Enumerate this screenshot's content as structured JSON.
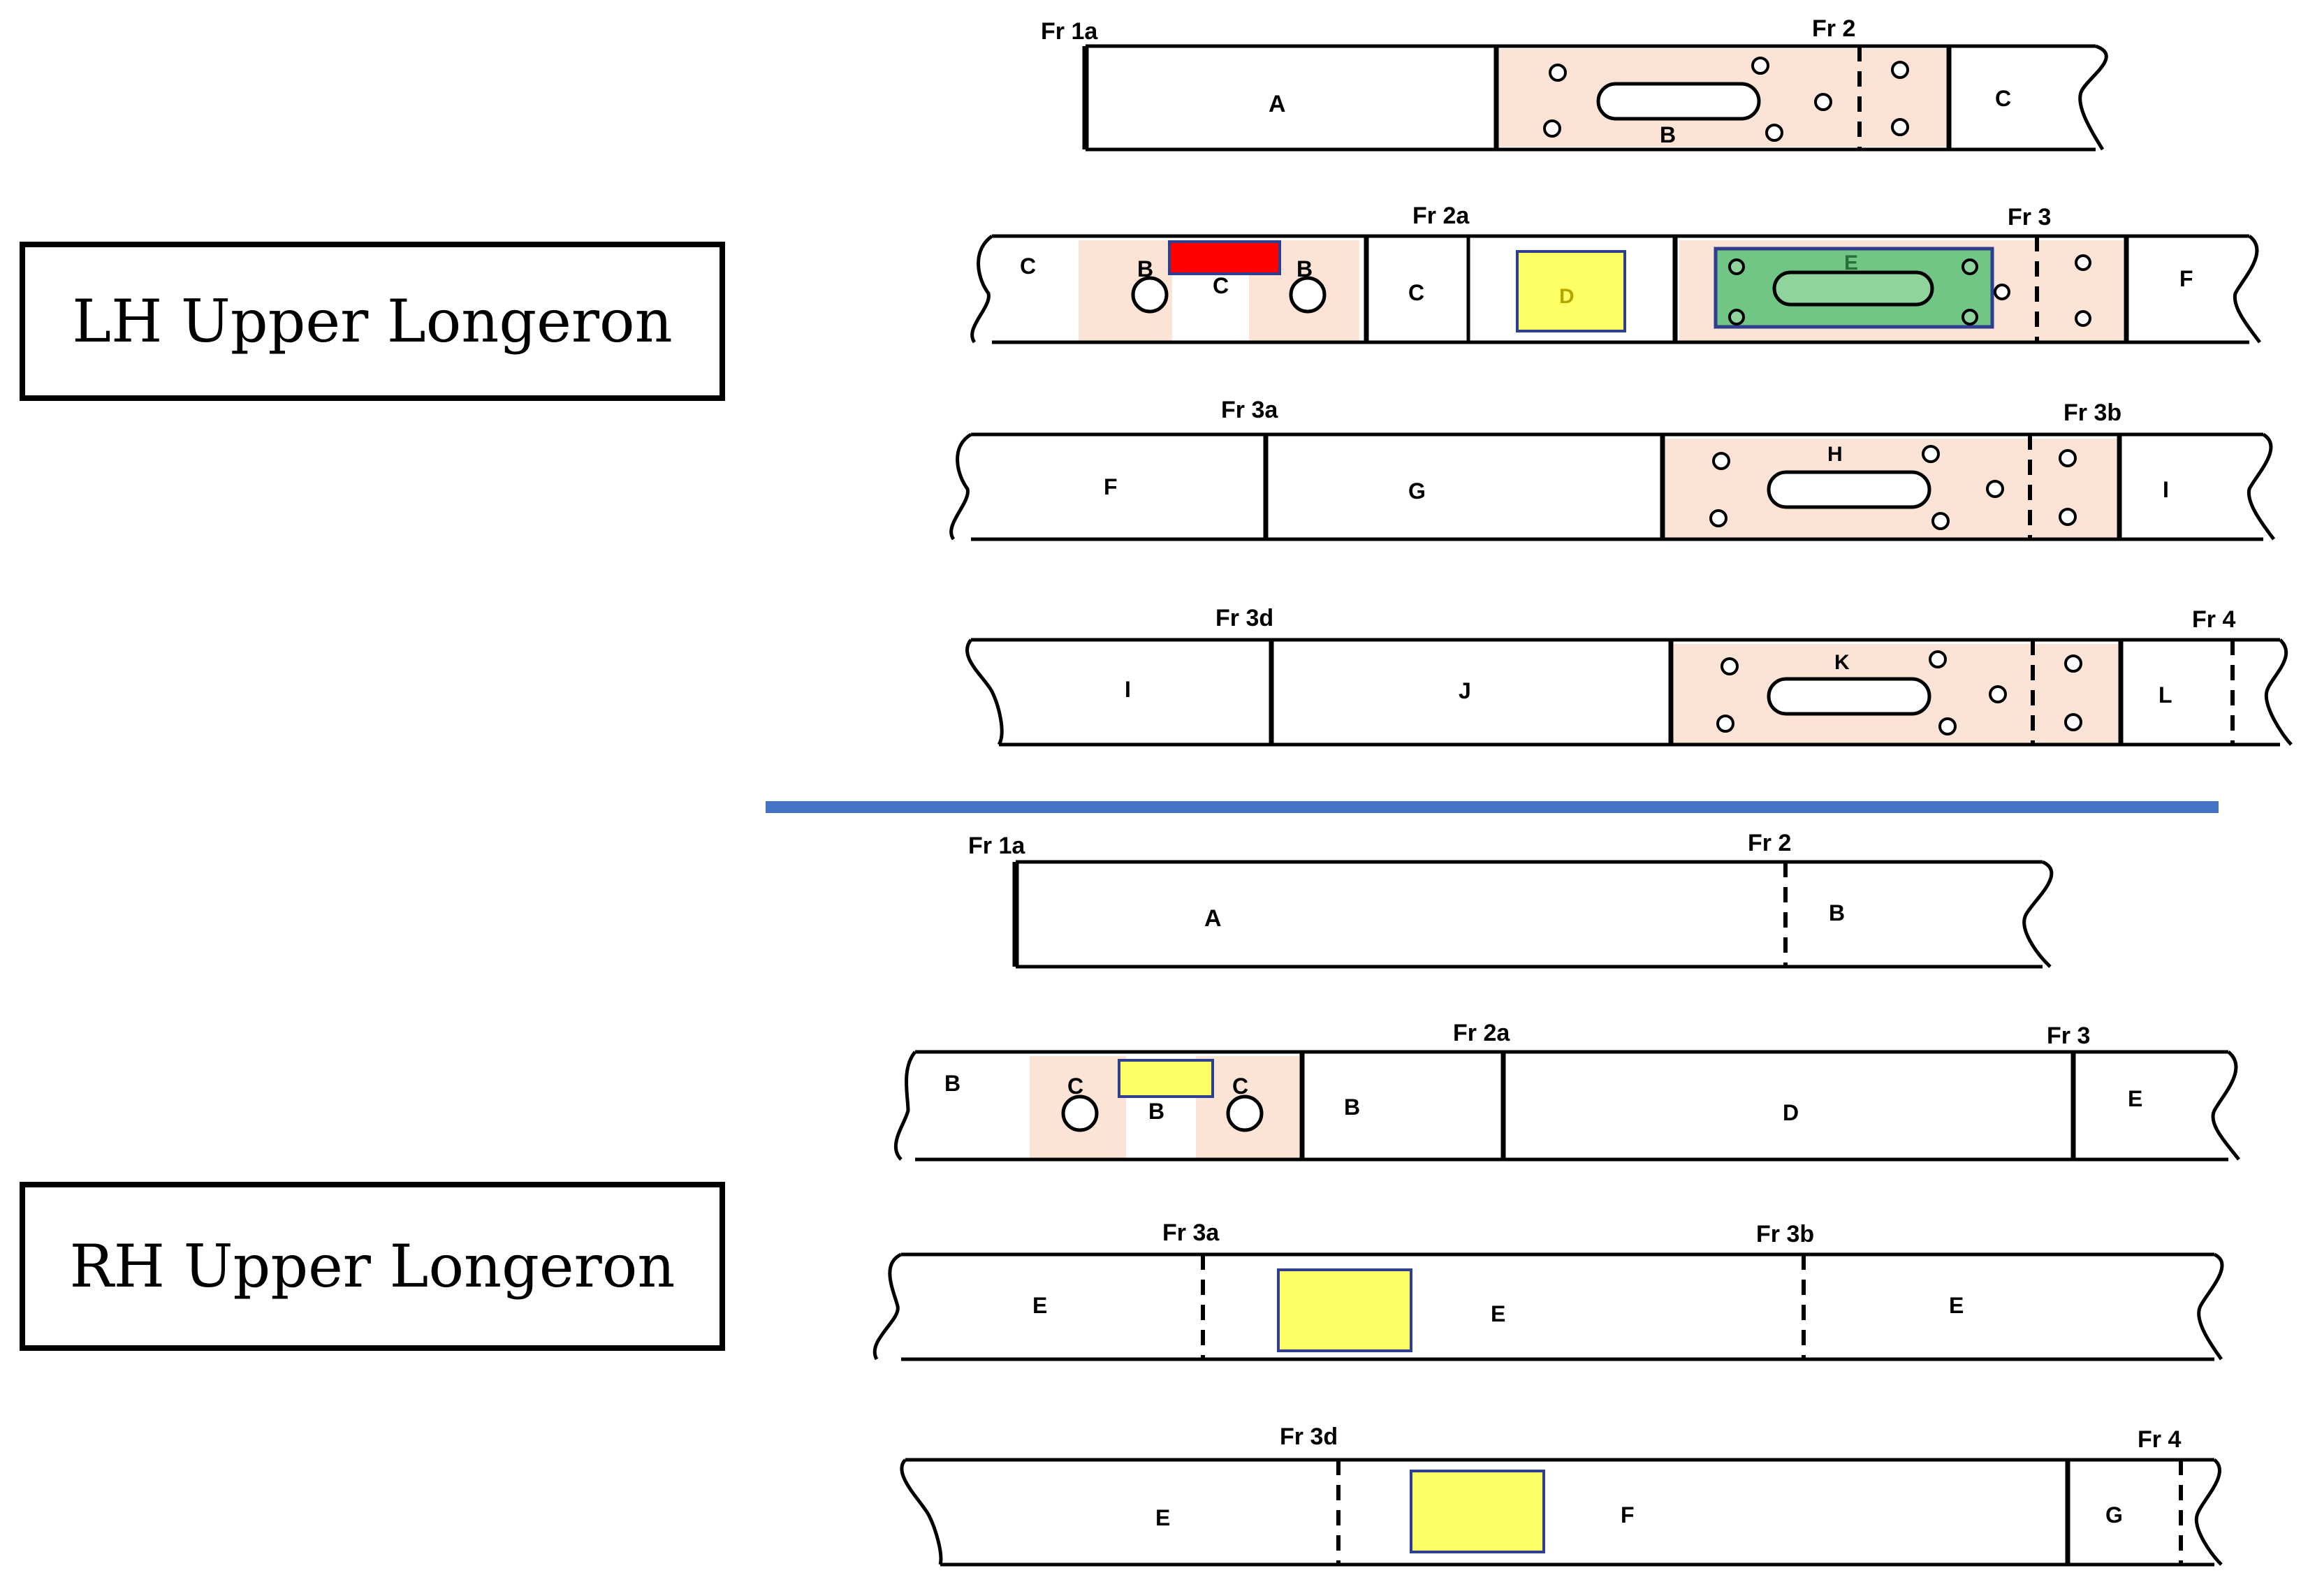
{
  "labels": {
    "lh": "LH Upper Longeron",
    "rh": "RH Upper Longeron"
  },
  "frames": {
    "fr1a": "Fr 1a",
    "fr2": "Fr 2",
    "fr2a": "Fr 2a",
    "fr3": "Fr 3",
    "fr3a": "Fr 3a",
    "fr3b": "Fr 3b",
    "fr3d": "Fr 3d",
    "fr4": "Fr 4"
  },
  "letters": {
    "A": "A",
    "B": "B",
    "C": "C",
    "D": "D",
    "E": "E",
    "F": "F",
    "G": "G",
    "H": "H",
    "I": "I",
    "J": "J",
    "K": "K",
    "L": "L"
  },
  "colors": {
    "zone": "#fbe3d6",
    "red_patch": "#ff0000",
    "yellow_patch": "#ffff66",
    "green_patch": "#72c685",
    "patch_border": "#2f3f8f",
    "divider": "#4472c4"
  }
}
